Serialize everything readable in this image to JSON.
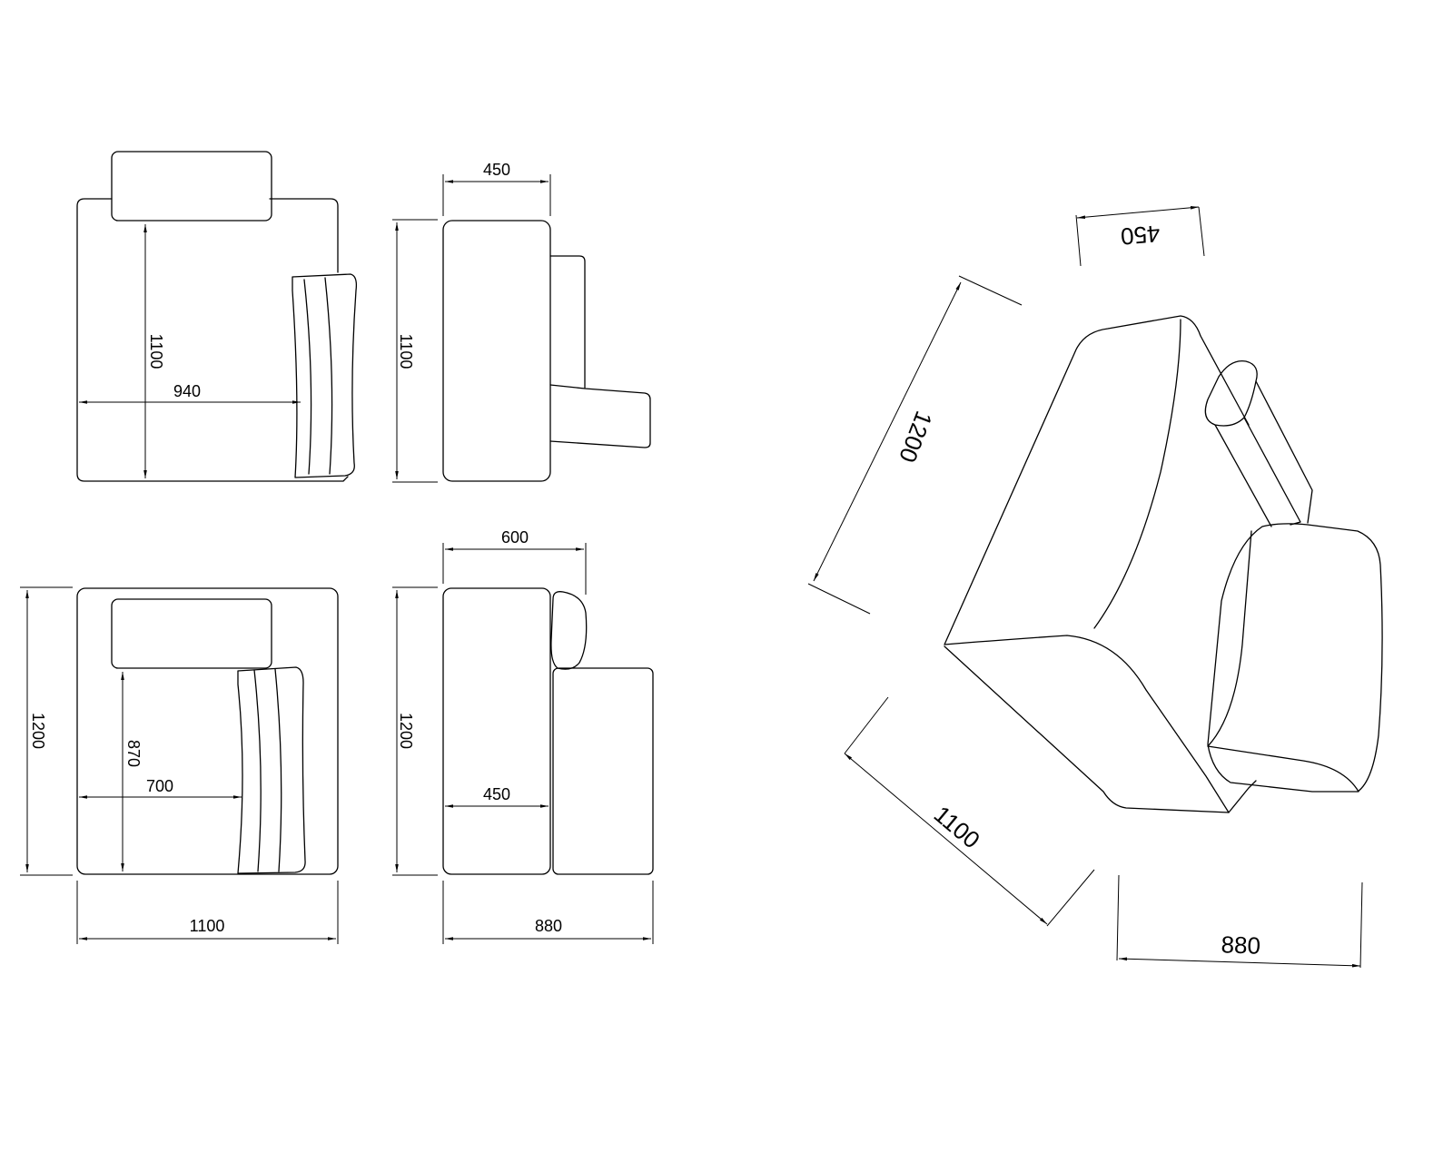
{
  "colors": {
    "background": "#ffffff",
    "line": "#000000"
  },
  "views": {
    "top_view_1": {
      "width_label": "940",
      "depth_label": "1100"
    },
    "side_view_1": {
      "top_label": "450",
      "height_label": "1100"
    },
    "top_view_2": {
      "outer_depth_label": "1200",
      "inner_depth_label": "870",
      "inner_width_label": "700",
      "width_label": "1100"
    },
    "side_view_2": {
      "top_label": "600",
      "height_label": "1200",
      "seat_label": "450",
      "width_label": "880"
    },
    "iso_view": {
      "top_label": "450",
      "height_label": "1200",
      "depth_label": "1100",
      "width_label": "880"
    }
  }
}
